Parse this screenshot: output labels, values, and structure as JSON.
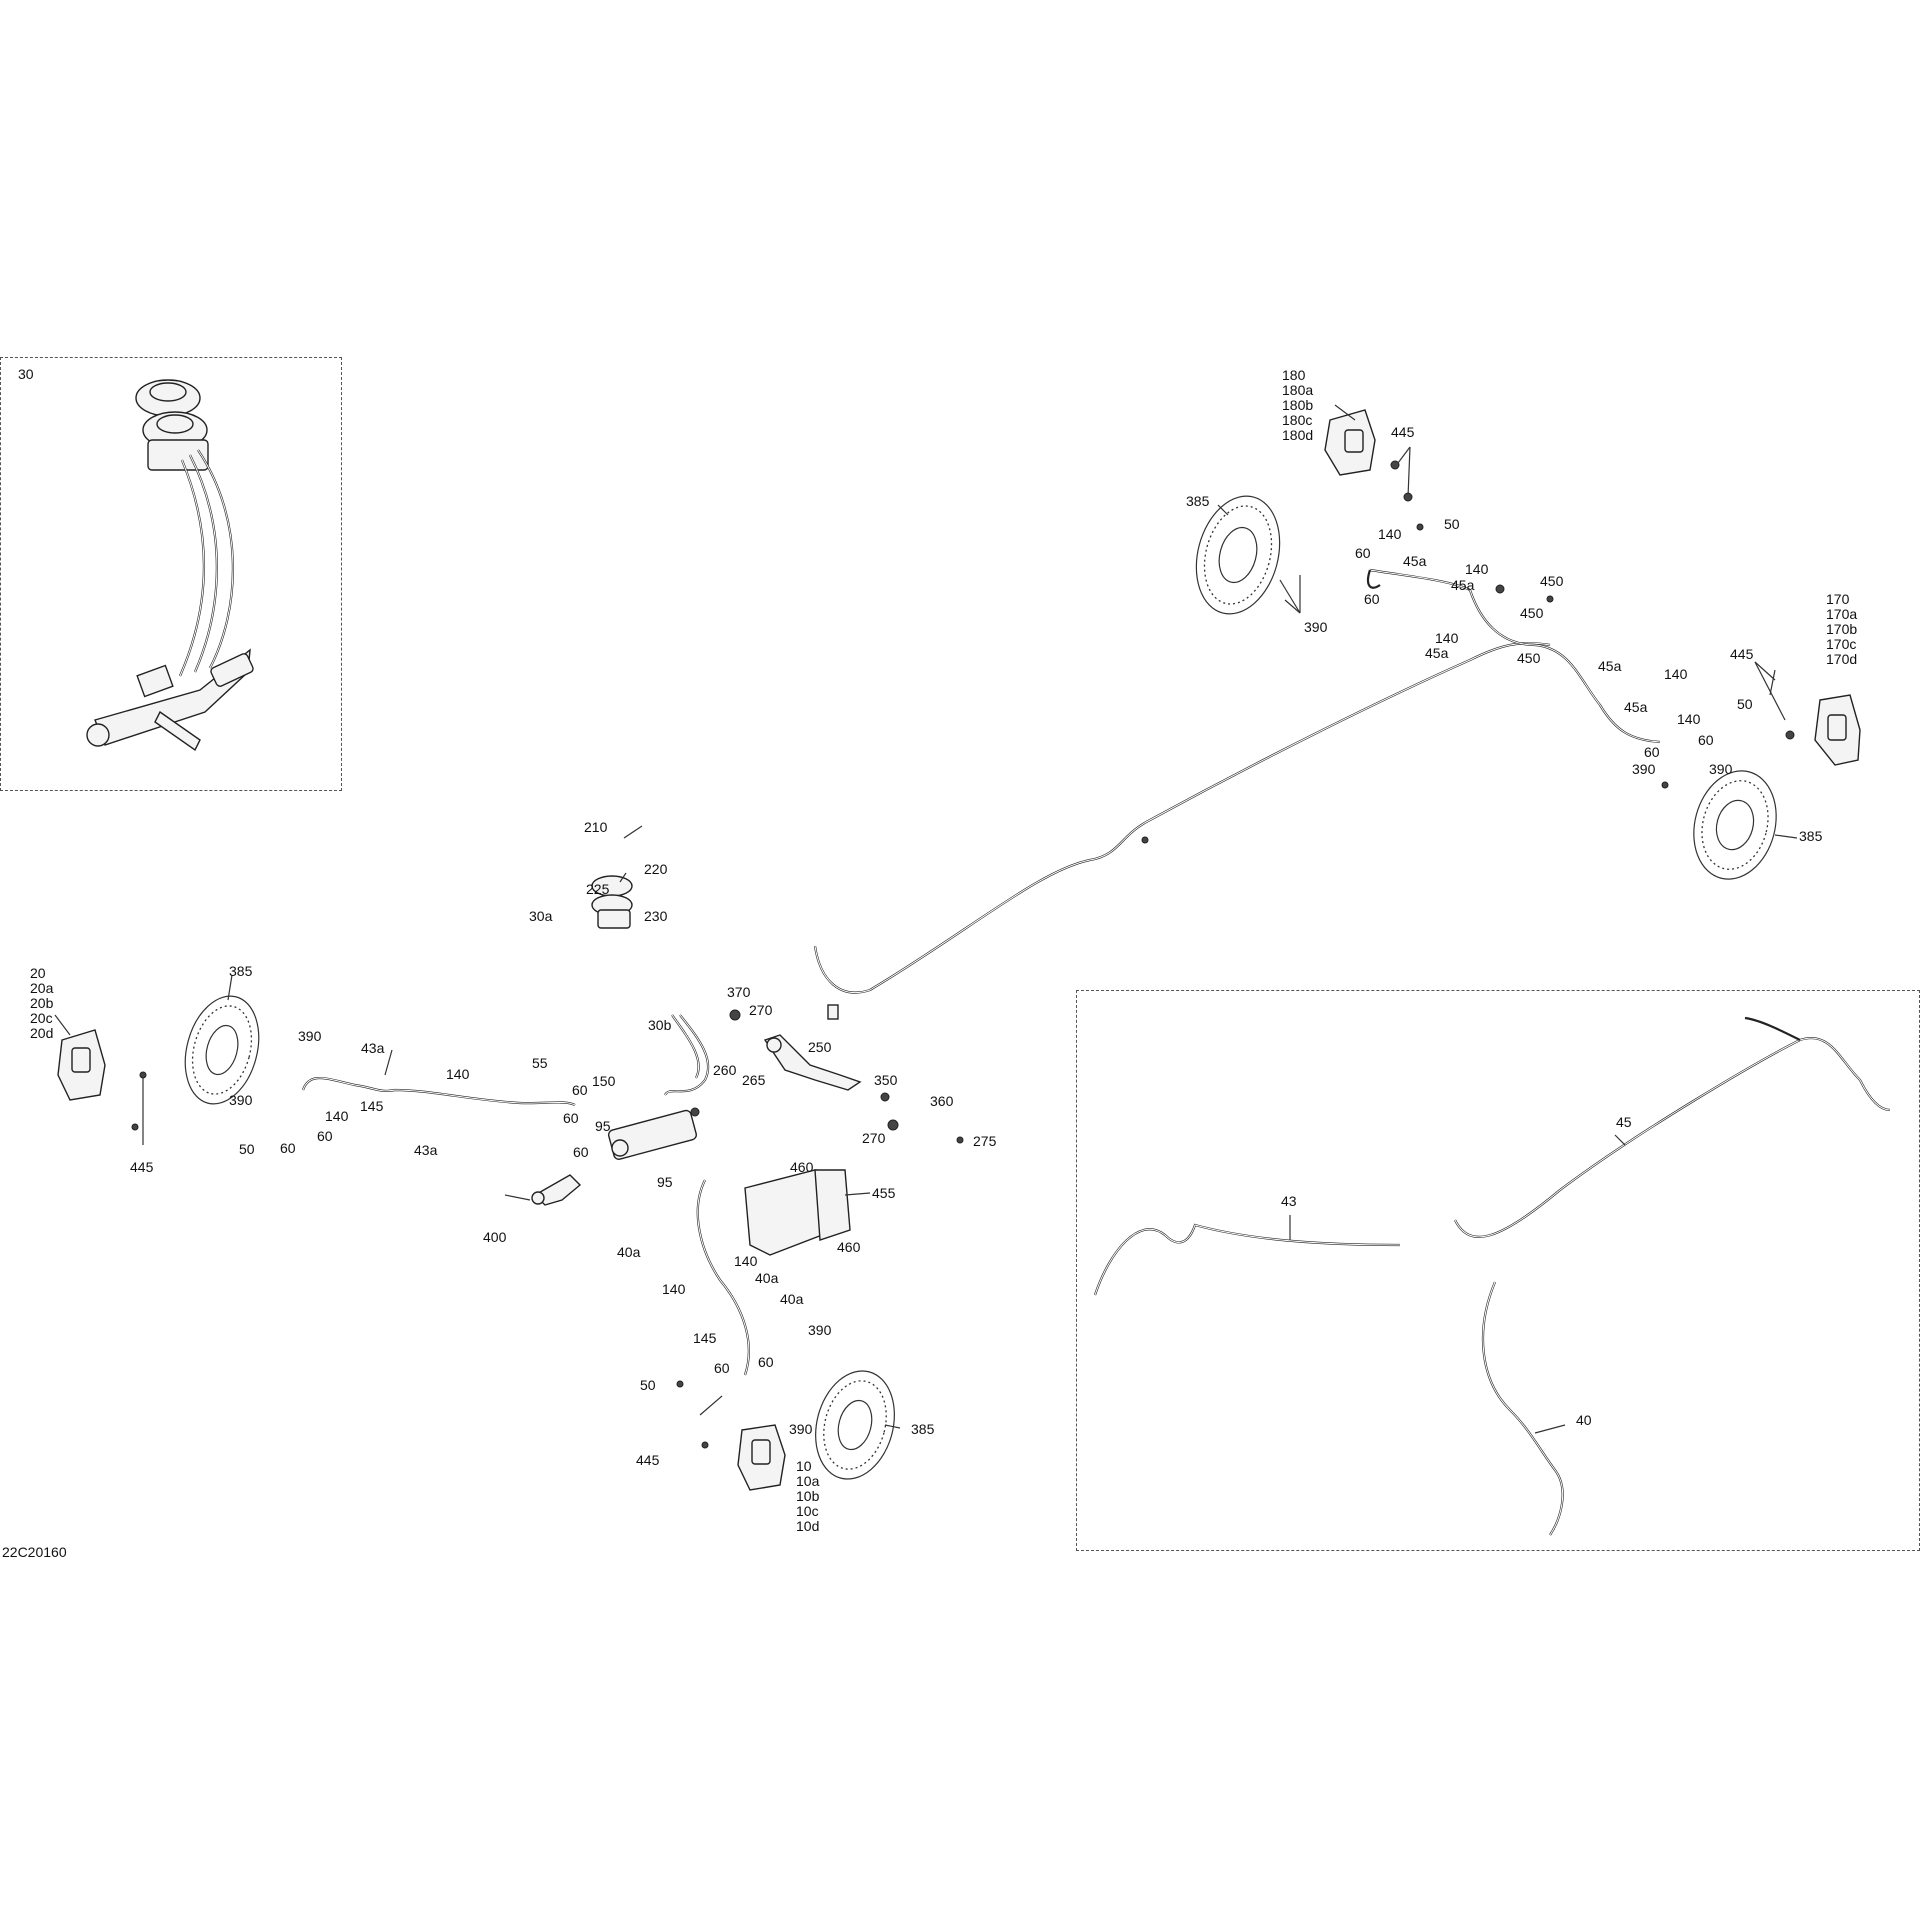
{
  "diagram_id": "22C20160",
  "callouts": {
    "c_30": "30",
    "c_180": [
      "180",
      "180a",
      "180b",
      "180c",
      "180d"
    ],
    "c_445_top": "445",
    "c_385_top": "385",
    "c_140_a": "140",
    "c_50_a": "50",
    "c_60_a": "60",
    "c_45a_a": "45a",
    "c_140_b": "140",
    "c_45a_b": "45a",
    "c_60_b": "60",
    "c_450_a": "450",
    "c_450_b": "450",
    "c_390_top": "390",
    "c_140_c": "140",
    "c_45a_c": "45a",
    "c_450_c": "450",
    "c_45a_d": "45a",
    "c_140_d": "140",
    "c_170": [
      "170",
      "170a",
      "170b",
      "170c",
      "170d"
    ],
    "c_445_right": "445",
    "c_45a_e": "45a",
    "c_140_e": "140",
    "c_50_b": "50",
    "c_60_c": "60",
    "c_60_d": "60",
    "c_390_r1": "390",
    "c_390_r2": "390",
    "c_385_right": "385",
    "c_210": "210",
    "c_220": "220",
    "c_225": "225",
    "c_230": "230",
    "c_30a": "30a",
    "c_370": "370",
    "c_270_a": "270",
    "c_30b": "30b",
    "c_260": "260",
    "c_265": "265",
    "c_250": "250",
    "c_350": "350",
    "c_360": "360",
    "c_270_b": "270",
    "c_275": "275",
    "c_20": [
      "20",
      "20a",
      "20b",
      "20c",
      "20d"
    ],
    "c_385_left": "385",
    "c_390_l1": "390",
    "c_43a_a": "43a",
    "c_140_f": "140",
    "c_390_l2": "390",
    "c_140_g": "140",
    "c_145_a": "145",
    "c_60_e": "60",
    "c_50_c": "50",
    "c_60_f": "60",
    "c_43a_b": "43a",
    "c_445_left": "445",
    "c_55": "55",
    "c_60_g": "60",
    "c_150": "150",
    "c_60_h": "60",
    "c_95_a": "95",
    "c_60_i": "60",
    "c_95_b": "95",
    "c_400": "400",
    "c_460_a": "460",
    "c_455": "455",
    "c_460_b": "460",
    "c_40a_a": "40a",
    "c_140_h": "140",
    "c_40a_b": "40a",
    "c_140_i": "140",
    "c_40a_c": "40a",
    "c_145_b": "145",
    "c_390_b1": "390",
    "c_60_j": "60",
    "c_60_k": "60",
    "c_50_d": "50",
    "c_390_b2": "390",
    "c_385_bottom": "385",
    "c_445_bottom": "445",
    "c_10": [
      "10",
      "10a",
      "10b",
      "10c",
      "10d"
    ],
    "c_43": "43",
    "c_45": "45",
    "c_40": "40"
  }
}
